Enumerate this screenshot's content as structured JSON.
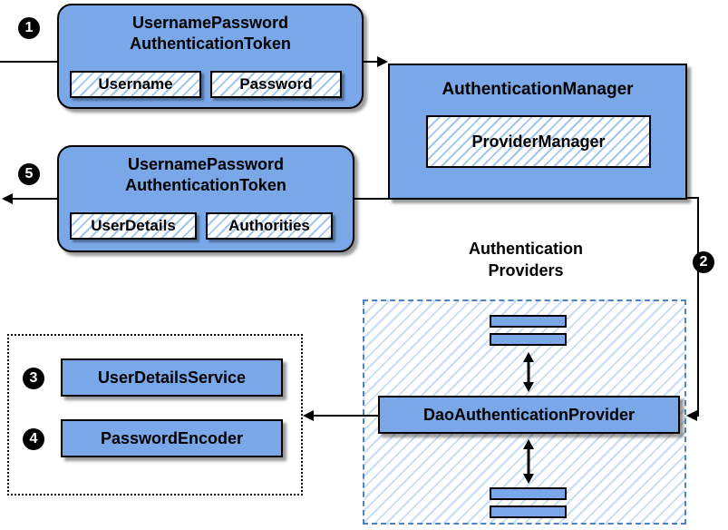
{
  "badges": {
    "step1": "1",
    "step2": "2",
    "step3": "3",
    "step4": "4",
    "step5": "5"
  },
  "token_request": {
    "title_line1": "UsernamePassword",
    "title_line2": "AuthenticationToken",
    "fields": [
      "Username",
      "Password"
    ]
  },
  "auth_manager": {
    "title": "AuthenticationManager",
    "inner": "ProviderManager"
  },
  "token_response": {
    "title_line1": "UsernamePassword",
    "title_line2": "AuthenticationToken",
    "fields": [
      "UserDetails",
      "Authorities"
    ]
  },
  "providers": {
    "label_line1": "Authentication",
    "label_line2": "Providers",
    "main_provider": "DaoAuthenticationProvider"
  },
  "services": {
    "items": [
      "UserDetailsService",
      "PasswordEncoder"
    ]
  },
  "colors": {
    "box_blue": "#79a7e8",
    "dashed_border": "#4d82c3",
    "hatch_line": "#6aa0e1",
    "shadow": "rgba(0,0,0,0.4)"
  }
}
